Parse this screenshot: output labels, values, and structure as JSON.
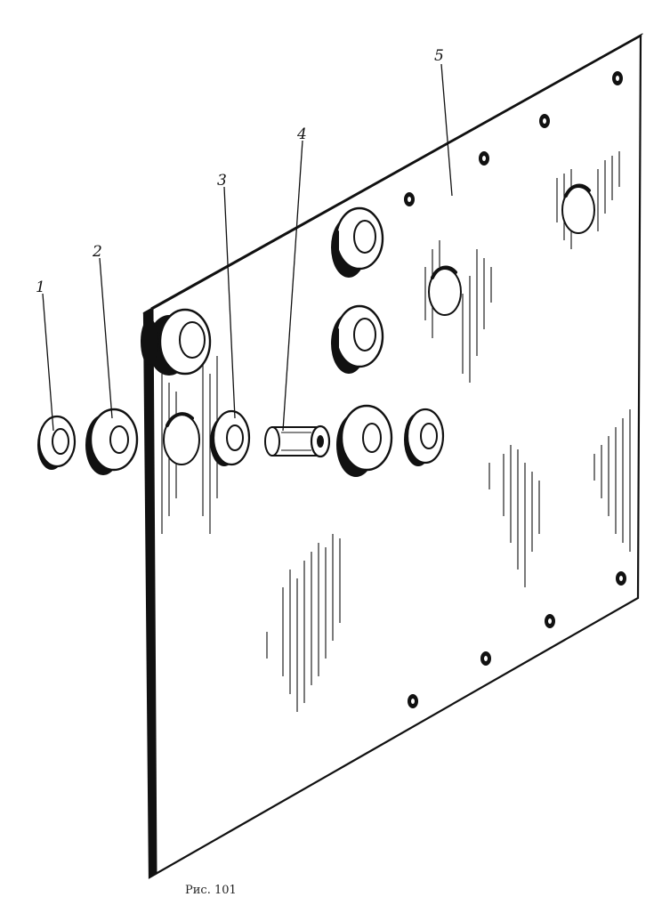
{
  "callouts": {
    "part1": "1",
    "part2": "2",
    "part3": "3",
    "part4": "4",
    "part5": "5"
  },
  "caption": "Рис. 101"
}
